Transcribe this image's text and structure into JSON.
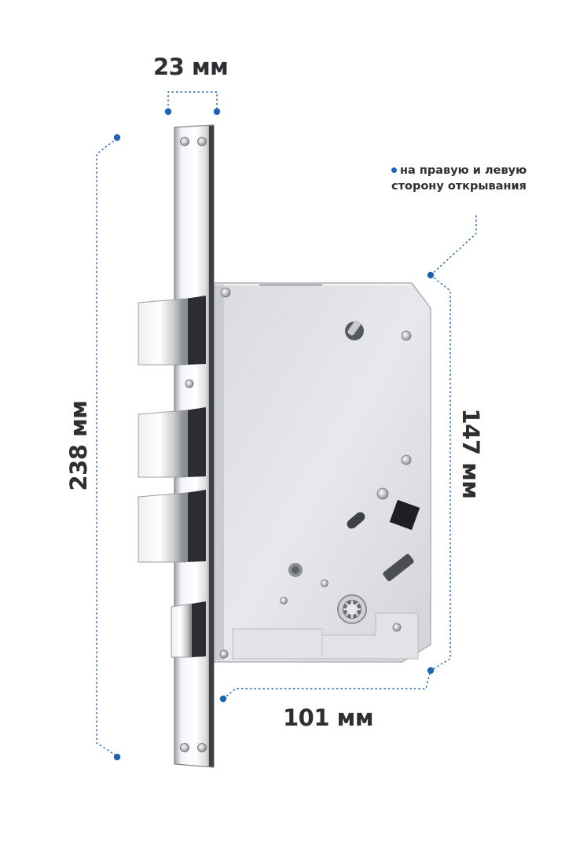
{
  "dimensions": {
    "faceplate_width": "23 мм",
    "total_height": "238 мм",
    "body_height": "147 мм",
    "body_depth": "101 мм"
  },
  "note": {
    "line1": "на правую и левую",
    "line2": "сторону открывания"
  },
  "colors": {
    "dimension_line": "#1f63b5",
    "label_text": "#2f2f33",
    "case_metal": "#dcdee2",
    "chrome": "#e9eaec"
  }
}
